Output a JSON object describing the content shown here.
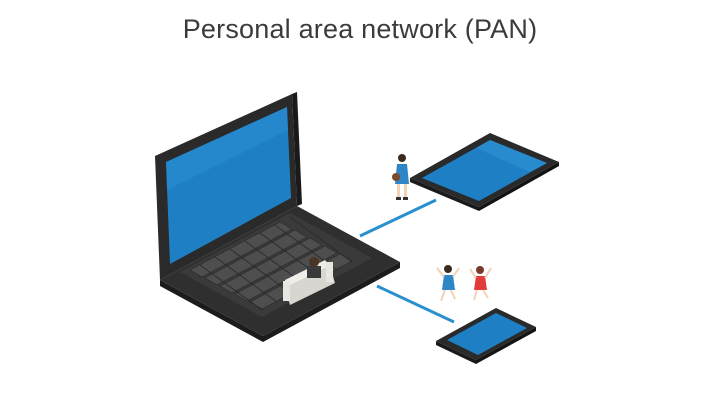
{
  "title": "Personal area network (PAN)",
  "colors": {
    "screen": "#1f7fc4",
    "screen_light": "#4aa6e0",
    "device_body": "#2f2f2f",
    "device_dark": "#1c1c1c",
    "keyboard": "#3d3d3d",
    "key": "#555555",
    "link": "#2a8fcf",
    "sofa": "#e8e6e1"
  },
  "nodes": [
    "laptop",
    "tablet",
    "phone"
  ],
  "links": [
    {
      "from": "laptop",
      "to": "tablet"
    },
    {
      "from": "laptop",
      "to": "phone"
    }
  ],
  "figures": [
    "person-sitting-on-sofa",
    "person-standing-with-tablet",
    "two-children-jumping"
  ]
}
